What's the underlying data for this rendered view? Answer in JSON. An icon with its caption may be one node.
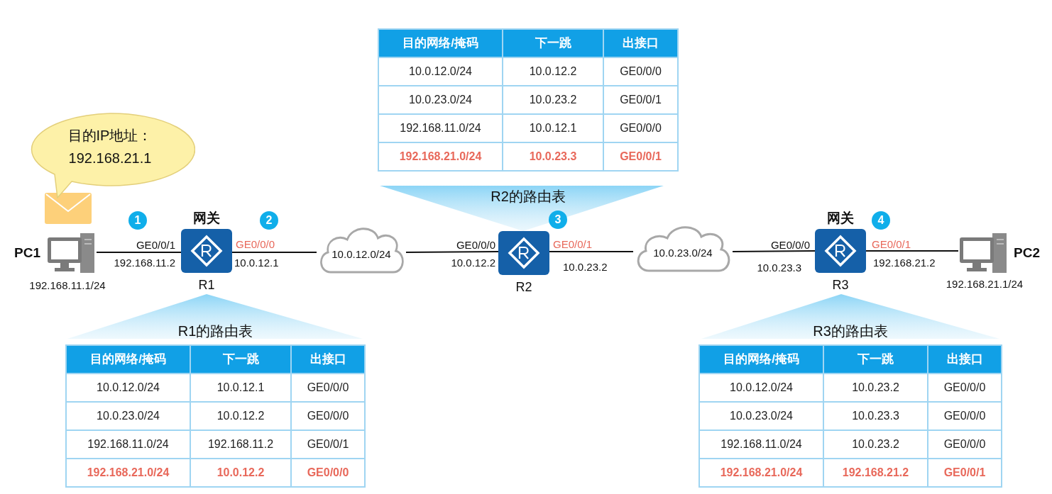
{
  "diagram": {
    "nodes": [
      {
        "text": [
          "目的IP地址：",
          "192.168.21.1"
        ]
      },
      {
        "text": [
          "R2的路由表",
          "目的网络/掩码",
          "下一跳",
          "出接口",
          "10.0.12.0/24",
          "10.0.12.2",
          "GE0/0/0",
          "10.0.23.0/24",
          "10.0.23.2",
          "GE0/0/1",
          "192.168.11.0/24",
          "10.0.12.1",
          "GE0/0/0",
          "192.168.21.0/24",
          "10.0.23.3",
          "GE0/0/1"
        ]
      },
      {
        "text": [
          "PC1"
        ],
        "beside": [
          "192.168.11.1/24"
        ]
      },
      {
        "text": [
          "R1"
        ],
        "beside": [
          "网关"
        ]
      },
      {
        "text": [
          "10.0.12.0/24"
        ]
      },
      {
        "text": [
          "R2"
        ]
      },
      {
        "text": [
          "10.0.23.0/24"
        ]
      },
      {
        "text": [
          "R3"
        ],
        "beside": [
          "网关"
        ]
      },
      {
        "text": [
          "PC2"
        ],
        "beside": [
          "192.168.21.1/24"
        ]
      },
      {
        "text": [
          "R1的路由表",
          "目的网络/掩码",
          "下一跳",
          "出接口",
          "10.0.12.0/24",
          "10.0.12.1",
          "GE0/0/0",
          "10.0.23.0/24",
          "10.0.12.2",
          "GE0/0/0",
          "192.168.11.0/24",
          "192.168.11.2",
          "GE0/0/1",
          "192.168.21.0/24",
          "10.0.12.2",
          "GE0/0/0"
        ]
      },
      {
        "text": [
          "R3的路由表",
          "目的网络/掩码",
          "下一跳",
          "出接口",
          "10.0.12.0/24",
          "10.0.23.2",
          "GE0/0/0",
          "10.0.23.0/24",
          "10.0.23.3",
          "GE0/0/0",
          "192.168.11.0/24",
          "10.0.23.2",
          "GE0/0/0",
          "192.168.21.0/24",
          "192.168.21.2",
          "GE0/0/1"
        ]
      }
    ],
    "edges": [
      {
        "from": 2,
        "to": 3,
        "arrow": "none"
      },
      {
        "from": 3,
        "to": 4,
        "arrow": "none"
      },
      {
        "from": 4,
        "to": 5,
        "arrow": "none"
      },
      {
        "from": 5,
        "to": 6,
        "arrow": "none"
      },
      {
        "from": 6,
        "to": 7,
        "arrow": "none"
      },
      {
        "from": 7,
        "to": 8,
        "arrow": "none"
      }
    ],
    "labels": [
      "1",
      "2",
      "3",
      "4",
      "GE0/0/1",
      "192.168.11.2",
      "GE0/0/0",
      "10.0.12.1",
      "GE0/0/0",
      "10.0.12.2",
      "GE0/0/1",
      "10.0.23.2",
      "GE0/0/0",
      "10.0.23.3",
      "GE0/0/1",
      "192.168.21.2"
    ]
  }
}
